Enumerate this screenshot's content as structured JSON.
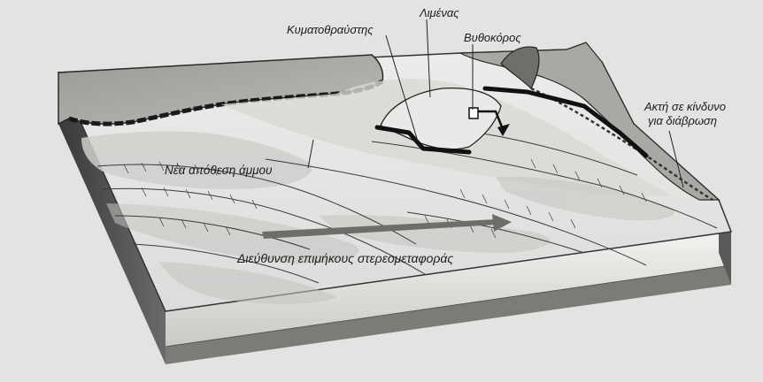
{
  "labels": {
    "breakwater": "Κυματοθραύστης",
    "harbor": "Λιμένας",
    "dredger": "Βυθοκόρος",
    "erosion_line1": "Ακτή σε κίνδυνο",
    "erosion_line2": "για διάβρωση",
    "new_sand": "Νέα απόθεση άμμου",
    "transport": "Διεύθυνση επιμήκους στερεομεταφοράς"
  }
}
